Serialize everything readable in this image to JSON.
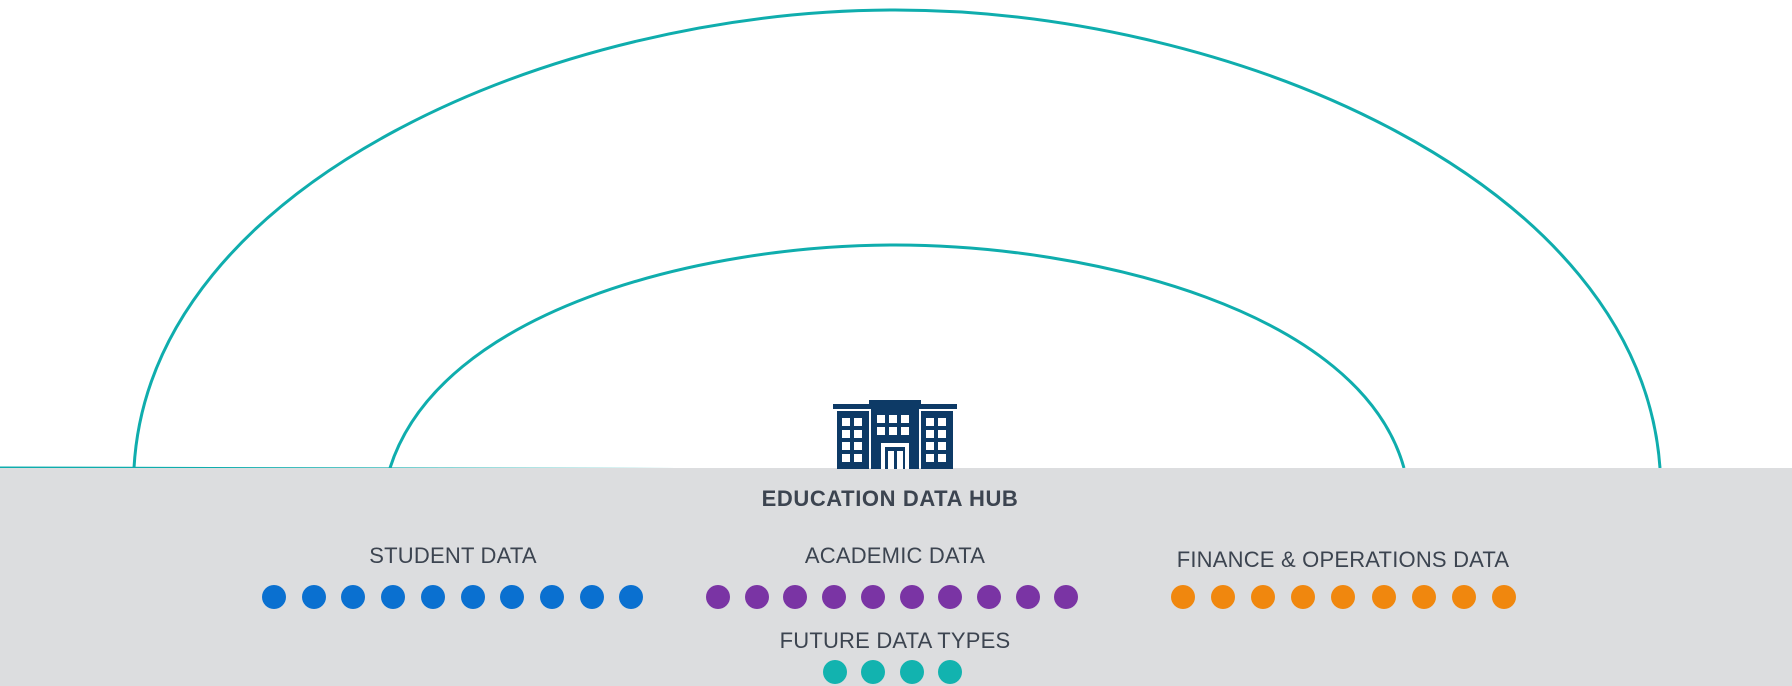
{
  "colors": {
    "arc": "#0fadad",
    "building": "#0d3a66",
    "panel": "#dcdddf",
    "label": "#3c4450",
    "student": "#0a70d0",
    "academic": "#7a34a4",
    "finance": "#f0870e",
    "future": "#12b3af"
  },
  "hub": {
    "title": "EDUCATION DATA HUB",
    "icon": "school-building-icon"
  },
  "groups": [
    {
      "key": "student",
      "label": "STUDENT DATA",
      "count": 10
    },
    {
      "key": "academic",
      "label": "ACADEMIC DATA",
      "count": 10
    },
    {
      "key": "finance",
      "label": "FINANCE & OPERATIONS DATA",
      "count": 9
    },
    {
      "key": "future",
      "label": "FUTURE DATA TYPES",
      "count": 4
    }
  ]
}
